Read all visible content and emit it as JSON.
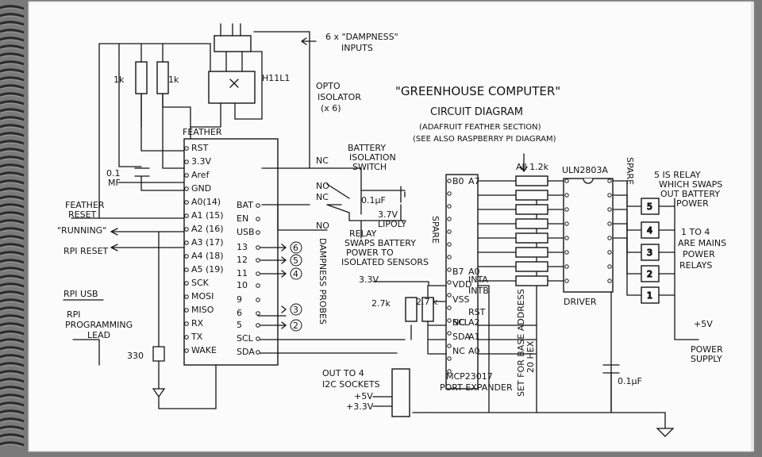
{
  "title": "\"GREENHOUSE COMPUTER\"",
  "subtitle": "CIRCUIT DIAGRAM",
  "subnote1": "(ADAFRUIT FEATHER SECTION)",
  "subnote2": "(SEE ALSO RASPBERRY PI DIAGRAM)",
  "inputs_note": [
    "6 x \"DAMPNESS\"",
    "INPUTS"
  ],
  "opto_note": [
    "OPTO",
    "ISOLATOR",
    "(x 6)"
  ],
  "optoisolator": "H11L1",
  "resistors": {
    "r1": "1k",
    "r2": "1k",
    "led": "330",
    "i2c1": "2.7k",
    "i2c2": "2.7 k"
  },
  "capacitors": {
    "feather": [
      "0.1",
      "MF"
    ],
    "battery": "0.1µF",
    "supply": "0.1µF"
  },
  "feather": {
    "name": "FEATHER",
    "left_pins": [
      "RST",
      "3.3V",
      "Aref",
      "GND",
      "A0(14)",
      "A1 (15)",
      "A2 (16)",
      "A3 (17)",
      "A4 (18)",
      "A5 (19)",
      "SCK",
      "MOSI",
      "MISO",
      "RX",
      "TX",
      "WAKE"
    ],
    "right_pins": [
      "BAT",
      "EN",
      "USB",
      "13",
      "12",
      "11",
      "10",
      "9",
      "6",
      "5",
      "SCL",
      "SDA"
    ]
  },
  "probes": [
    "6",
    "5",
    "4",
    "3",
    "2"
  ],
  "probes_label": "DAMPNESS PROBES",
  "left_labels": {
    "feather_reset": [
      "FEATHER",
      "RESET"
    ],
    "running": "\"RUNNING\"",
    "rpi_reset": "RPI RESET",
    "rpi_usb": "RPI USB",
    "rpi_lead": [
      "RPI",
      "PROGRAMMING",
      "LEAD"
    ]
  },
  "battery": {
    "switch_note": [
      "BATTERY",
      "ISOLATION",
      "SWITCH"
    ],
    "nc": "NC",
    "no": "NO",
    "lipoly": [
      "3.7V",
      "LIPOLY"
    ],
    "relay_note": [
      "RELAY",
      "SWAPS BATTERY",
      "POWER TO",
      "ISOLATED SENSORS"
    ]
  },
  "expander": {
    "name": [
      "MCP23017",
      "PORT EXPANDER"
    ],
    "pins": [
      "B0",
      "A7",
      "B7",
      "A0",
      "VDD",
      "INTA",
      "VSS",
      "INTB",
      "NC",
      "RST",
      "SCL",
      "A2",
      "SDA",
      "A1",
      "NC",
      "A0"
    ],
    "spare": "SPARE",
    "address": [
      "SET FOR BASE ADDRESS",
      "20 HEX"
    ]
  },
  "supply_3v3": "3.3V",
  "i2c": {
    "label": [
      "OUT TO 4",
      "I2C SOCKETS"
    ],
    "plus5": "+5V",
    "plus3": "+3.3V"
  },
  "resistor_array": "All 1.2k",
  "driver": {
    "name": "ULN2803A",
    "label": "DRIVER",
    "spare": "SPARE"
  },
  "relays": [
    "5",
    "4",
    "3",
    "2",
    "1"
  ],
  "relay_notes": {
    "relay5": [
      "5 IS RELAY",
      "WHICH SWAPS",
      "OUT BATTERY",
      "POWER"
    ],
    "mains": [
      "1 TO 4",
      "ARE MAINS",
      "POWER",
      "RELAYS"
    ]
  },
  "power": {
    "plus5": "+5V",
    "label": [
      "POWER",
      "SUPPLY"
    ]
  }
}
